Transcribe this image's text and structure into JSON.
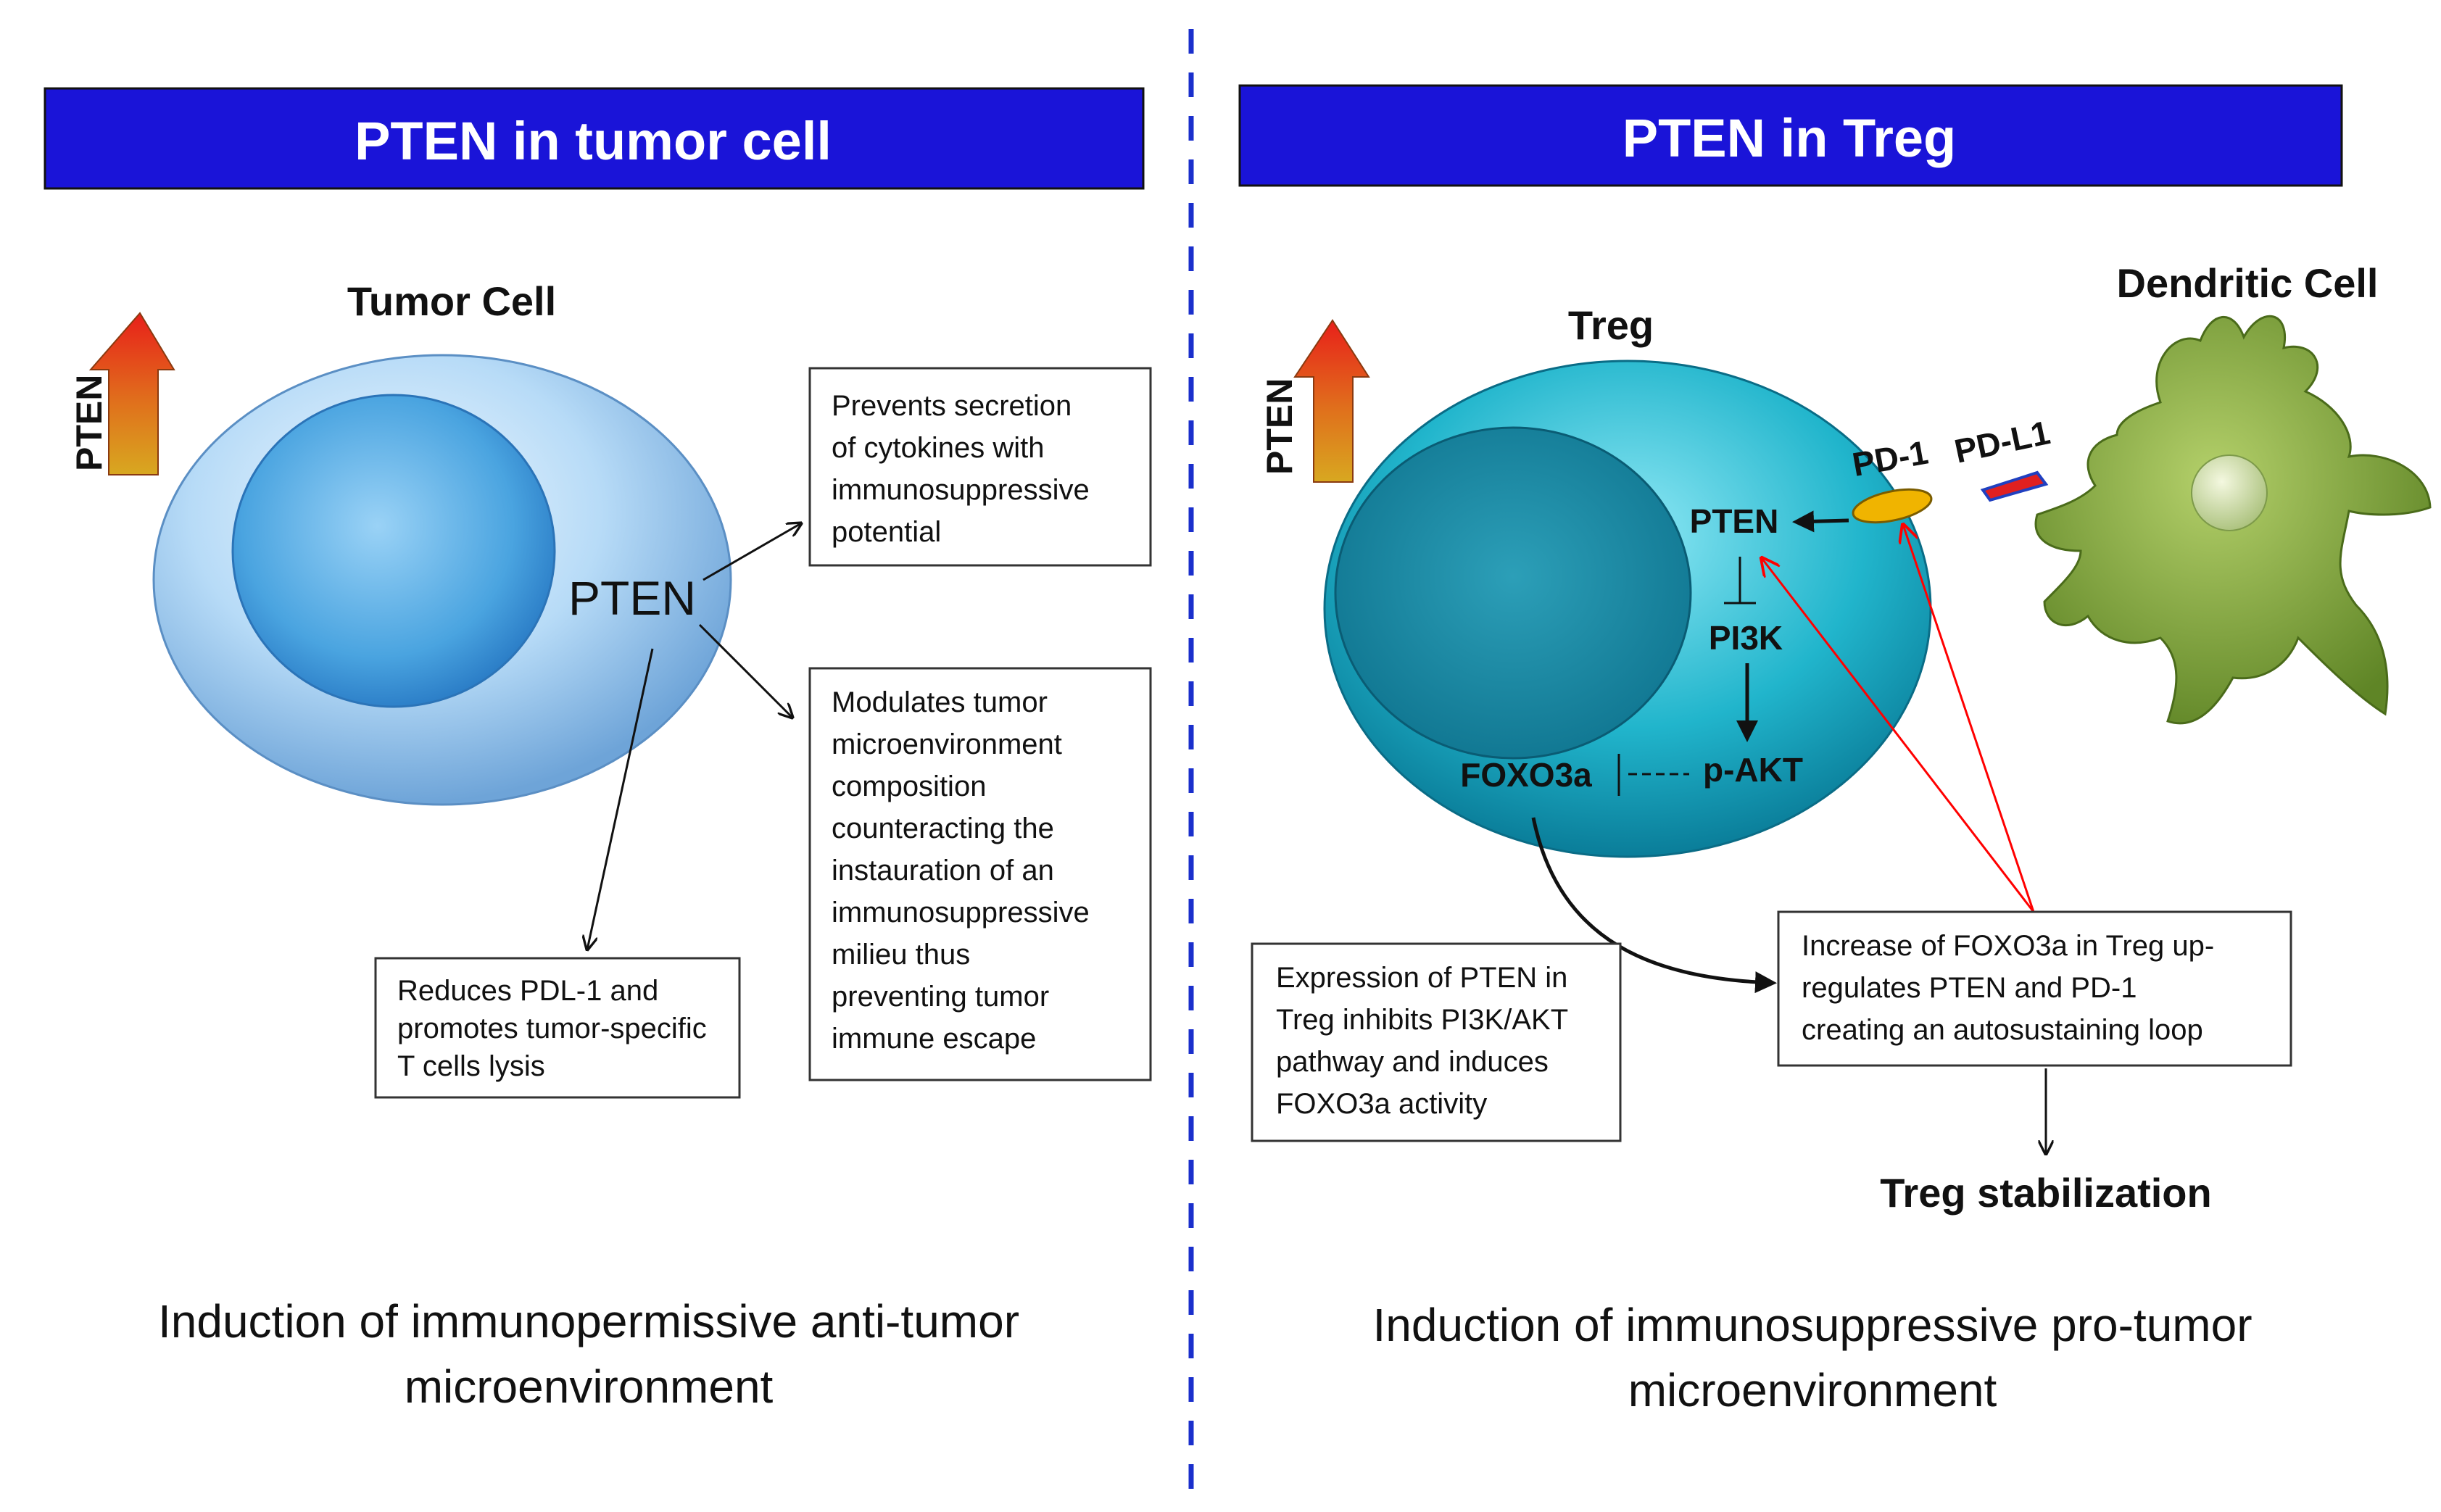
{
  "left_panel": {
    "title": "PTEN in tumor cell",
    "cell_label": "Tumor Cell",
    "pten_indicator": "PTEN",
    "nucleus_pten": "PTEN",
    "box_cytokines": [
      "Prevents secretion",
      "of cytokines with",
      "immunosuppressive",
      "potential"
    ],
    "box_microenv": [
      "Modulates tumor",
      "microenvironment",
      "composition",
      "counteracting the",
      "instauration of an",
      "immunosuppressive",
      "milieu thus",
      "preventing tumor",
      "immune escape"
    ],
    "box_pdl1": [
      "Reduces PDL-1 and",
      "promotes tumor-specific",
      "T cells lysis"
    ],
    "conclusion": [
      "Induction of immunopermissive anti-tumor",
      "microenvironment"
    ]
  },
  "right_panel": {
    "title": "PTEN in Treg",
    "treg_label": "Treg",
    "dendritic_label": "Dendritic Cell",
    "pten_indicator": "PTEN",
    "pathway": {
      "pten": "PTEN",
      "pi3k": "PI3K",
      "pakt": "p-AKT",
      "foxo3a": "FOXO3a"
    },
    "pd1_label": "PD-1",
    "pdl1_label": "PD-L1",
    "box_expression": [
      "Expression of PTEN in",
      "Treg inhibits PI3K/AKT",
      "pathway and induces",
      "FOXO3a activity"
    ],
    "box_loop": [
      "Increase of FOXO3a in Treg up-",
      "regulates PTEN and PD-1",
      "creating an autosustaining loop"
    ],
    "stabilization": "Treg stabilization",
    "conclusion": [
      "Induction of immunosuppressive pro-tumor",
      "microenvironment"
    ]
  },
  "colors": {
    "banner": "#1a14d8",
    "divider": "#1a2fcc",
    "red_arrow": "#ff0000",
    "tumor_cell": "#8fc3ef",
    "treg_cell": "#1fb0c8",
    "dendritic_cell": "#7fa33a",
    "pd1": "#f0b400"
  }
}
